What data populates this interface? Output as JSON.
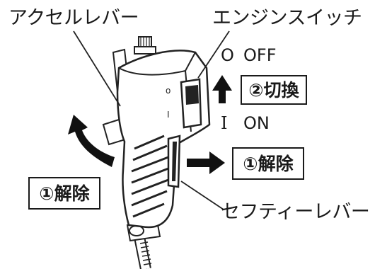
{
  "labels": {
    "accel_lever": "アクセルレバー",
    "engine_switch": "エンジンスイッチ",
    "safety_lever": "セフティーレバー",
    "off_symbol": "O",
    "off_text": "OFF",
    "on_symbol": "I",
    "on_text": "ON",
    "handle_mark_o": "o",
    "handle_mark_i": "I"
  },
  "steps": {
    "switch_step": "②切換",
    "release_left": "①解除",
    "release_right": "①解除"
  },
  "icons": [
    "up-arrow-icon",
    "right-arrow-icon",
    "curved-arrow-icon"
  ]
}
